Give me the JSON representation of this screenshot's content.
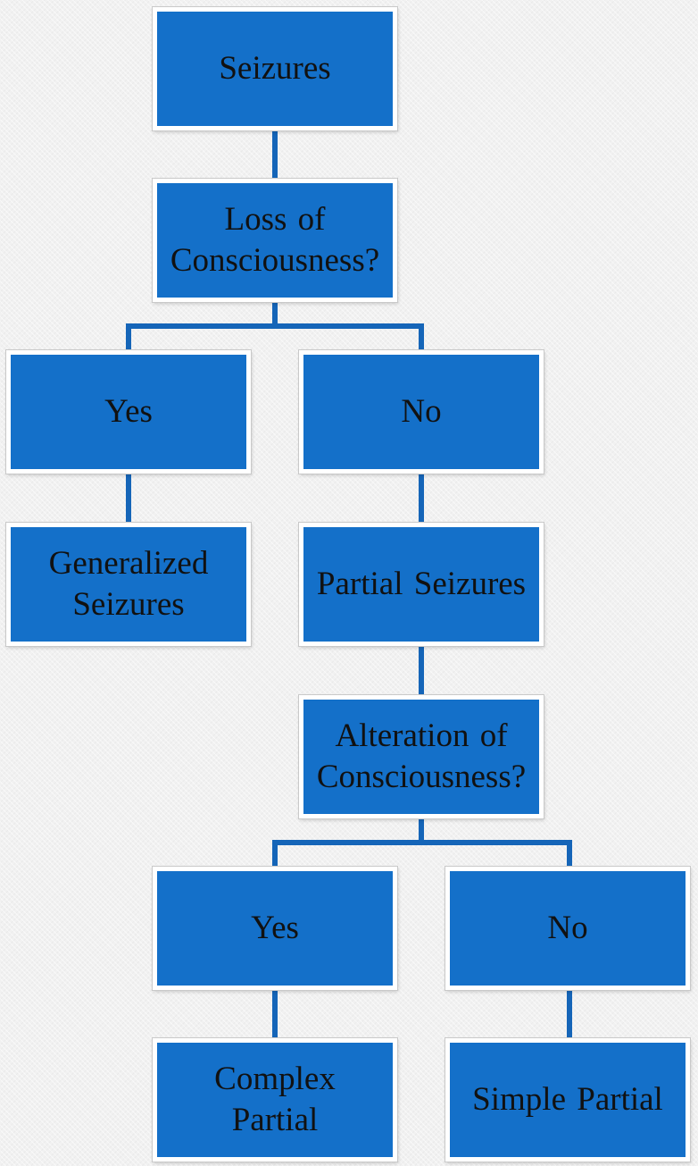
{
  "diagram": {
    "type": "flowchart",
    "colors": {
      "box_fill": "#1470c9",
      "box_border": "#ffffff",
      "connector": "#1565b8",
      "text": "#111111",
      "background": "#f1f1f1"
    },
    "nodes": {
      "seizures": "Seizures",
      "loss_question": "Loss of\nConsciousness?",
      "loss_yes": "Yes",
      "loss_no": "No",
      "generalized": "Generalized\nSeizures",
      "partial": "Partial  Seizures",
      "alteration_question": "Alteration  of\nConsciousness?",
      "alteration_yes": "Yes",
      "alteration_no": "No",
      "complex_partial": "Complex\nPartial",
      "simple_partial": "Simple Partial"
    },
    "edges": [
      [
        "seizures",
        "loss_question"
      ],
      [
        "loss_question",
        "loss_yes"
      ],
      [
        "loss_question",
        "loss_no"
      ],
      [
        "loss_yes",
        "generalized"
      ],
      [
        "loss_no",
        "partial"
      ],
      [
        "partial",
        "alteration_question"
      ],
      [
        "alteration_question",
        "alteration_yes"
      ],
      [
        "alteration_question",
        "alteration_no"
      ],
      [
        "alteration_yes",
        "complex_partial"
      ],
      [
        "alteration_no",
        "simple_partial"
      ]
    ]
  }
}
